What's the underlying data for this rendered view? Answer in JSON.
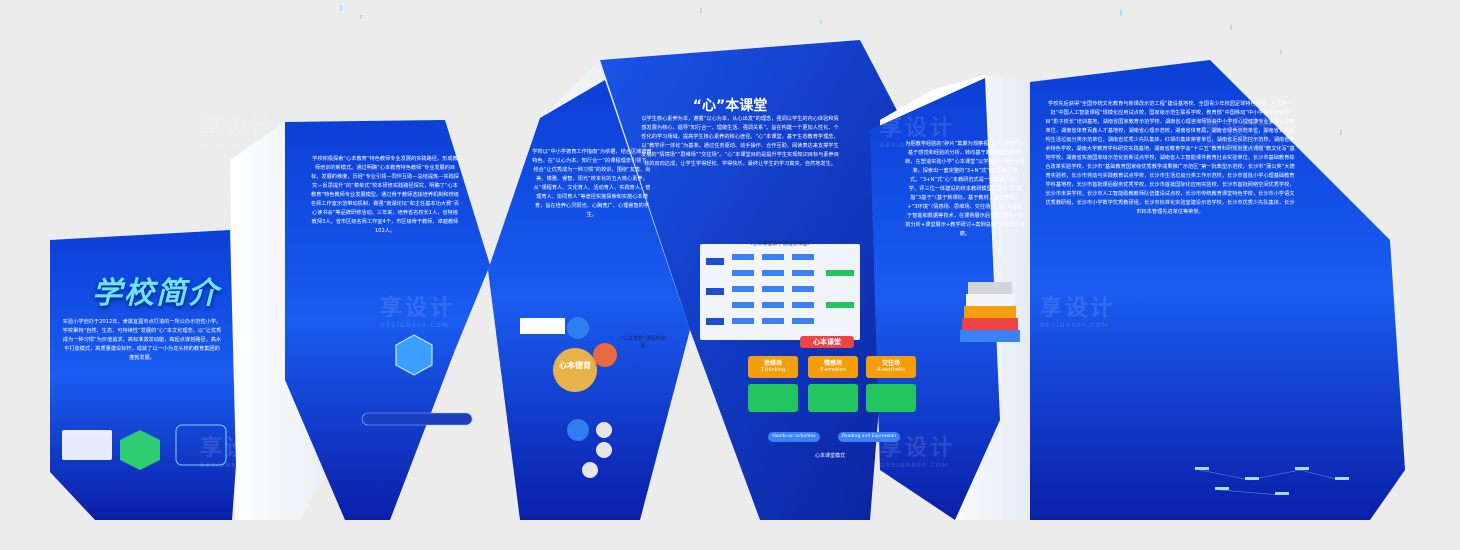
{
  "panel1": {
    "title": "学校简介",
    "body": "实验小学创办于2012年，隶属宜昌市点打造的一所公办示范性小学。学校秉持“自然、生态、可持续性”发展的“心”本文化理念，以“让优秀成为一种习惯”为价值追求，高标准激发动能，高起点谋划路径，高水平打造模式，高质量建设标杆，成就了以一小为龙头校的教育集团的蓬勃发展。"
  },
  "panel2": {
    "body": "学校积极探索“心本教育”特色教师专业发展的实践路径，形成教师培训的新模式。通过明确“心本教育特色教师”专业发展的目标、发展的维度，历经“专业引领—同伴互助—总结提炼—实践探究—反思提升”的“菜单式”校本研修实践路径探究，明确了“心本教育”特色教师专业发展模型。通过骨干教师选拔培养机制和校级名师工作室示范带动机制，做强“南湖论坛”和主任基本功大赛“百心读书会”等品牌研修活动。三年来，培养省名校长1人，省特级教师3人，省市区级名师工作室4个，市区级骨干教师、卓越教师102人。"
  },
  "panel3": {
    "body": "学校以“中小学德育工作指南”为依据，结合区域德育特色，在“以心为本，知行合一”的课程理念引领下，结合“让优秀成为一种习惯”的校训，围绕“友善、尚美、博雅、睿智、阳光”校本化的五大核心素养，从“课程育人、文化育人、活动育人、实践育人、管理育人、协同育人”等途径实施探索和实施心本德育，旨在培养心灵阳光、心胸宽广、心理睿智的学生。",
    "diagram_center": "心本德育",
    "diagram_caption": "“心本德育”课程构架图"
  },
  "panel4": {
    "title": "“心”本课堂",
    "body": "以学生核心素养为本，遵循“以心为本，从心出发”的理念，强调以学生的内心体验和情感发展为核心，倡导“知行合一、理做生活、强调关系”。旨在构建一个更加人性化、个性化的学习场域，提高学生核心素养的核心途径。“心”本课堂，基于生态教育学理念，以“教学评一体化”为基准，通过任务驱动、动手操作、合作互助、阅读表达来支撑学生发展的“情境场”“思维场”“交往场”。“心”本课堂目的是提升学生实现知识目标与素养目标的双向达成，让学生学得轻松、学得快乐，最终让学生的学习真实、自然地发生。",
    "chart_caption": "《心本课堂教学流程思维图》",
    "center_label": "心本课堂",
    "fields": [
      {
        "cn": "思维场",
        "en": "T-thinking"
      },
      {
        "cn": "情感场",
        "en": "E-emotion"
      },
      {
        "cn": "交往场",
        "en": "A-aesthetic"
      }
    ],
    "bottom_left": "Hands-on activities",
    "bottom_right": "Reading and Expression",
    "bottom_caption": "心本课堂模式"
  },
  "panel5": {
    "body": "为把教学经验的“碎片”集聚为观察视角，引导教师从基于感觉和经验的分析，转向基于数据和逻辑的判断，在塑造实验小学“心本课堂”以学教评一致性为基准，探索出一套完整的“3+N”式“心”本教研模式。“3+N”式“心”本教研范式是一个着眼于教、学、评三位一体建设的校本教研模型，其中“3”是指“3基于”（基于新课标，基于教材，基于学情）+“3环境”（情感场、思维场、交往场）；“N”是指基于智能和数据等技术，在课例展示后“活动预告+课前分析+课堂展示+教学研讨+案例总结”多轮循环研磨。"
  },
  "panel6": {
    "body": "学校先后获得“全国传统文化教育与新课改示范工程”建设基地校、全国青少年校园足球特色学校、全国第一批“中国人工智能课程”规模化应用试点校，国家级示范生联系学校，教育部“中国移动”中小学校长培训项目“影子校长”培训基地，湖南省国家教育示范学校，湖南省心理咨询师协会中小学校心理健康专业委员会首席单位，湖南省体育百鑫人才基地校，湖南省心理示范校，湖南省体育局，湖南省绿色示范单位，湖南省公共机构生活垃圾分类示范单位，湖南省优秀少先队集体，红领巾集体荣誉单位，湖南省近视防控示范校，湖南省武术特色学校，湖南大学教育学科研究实践基地，湖南省教育学会“十三五”教育科研规划重点课题“教文化写”基地学校，湖南省实施国家级示范化创新试点学校，湖南省人工智能课件教育社会实验单位，长沙市基础教育综合改革实验学校，长沙市“基础教育国家级优秀教学成果推广示范区”第一批典型示范校，长沙市“蒲公英”大德育实验校，长沙市劳动与实践教育试点学校，长沙市生活垃圾分类工作示范校，长沙市首批小学心理基础教育学科基地校，长沙市首批课后服务优秀学校，长沙市首批国际化应用实验校，长沙市首批网络空间优秀学校，长沙市未来学校，长沙市人工智能助教教师队伍建设试点校，长沙市传统教育课堂特色学校，长沙市小学语文优秀教研组，长沙市小学数学优秀教研组，长沙市标准化实验室建设示范学校，长沙市优秀少先队集体，长沙市标本管理先进单位等荣誉。"
  },
  "watermark": {
    "text": "享设计",
    "sub": "DESIGN006.COM"
  }
}
